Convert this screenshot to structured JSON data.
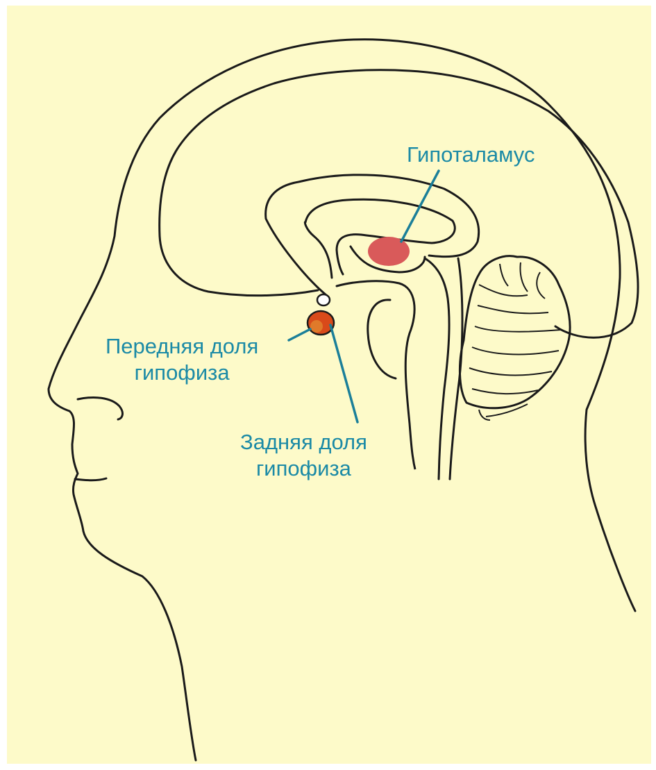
{
  "colors": {
    "background": "#fdfac9",
    "outline": "#1a1a1a",
    "label_text": "#1b8aa6",
    "leader_line": "#1b7f99",
    "hypothalamus_fill": "#d95a5a",
    "anterior_pituitary_fill": "#d94a1a",
    "posterior_pituitary_fill": "#e07a2a"
  },
  "labels": {
    "hypothalamus": "Гипоталамус",
    "anterior_pituitary": {
      "line1": "Передняя доля",
      "line2": "гипофиза"
    },
    "posterior_pituitary": {
      "line1": "Задняя доля",
      "line2": "гипофиза"
    }
  }
}
